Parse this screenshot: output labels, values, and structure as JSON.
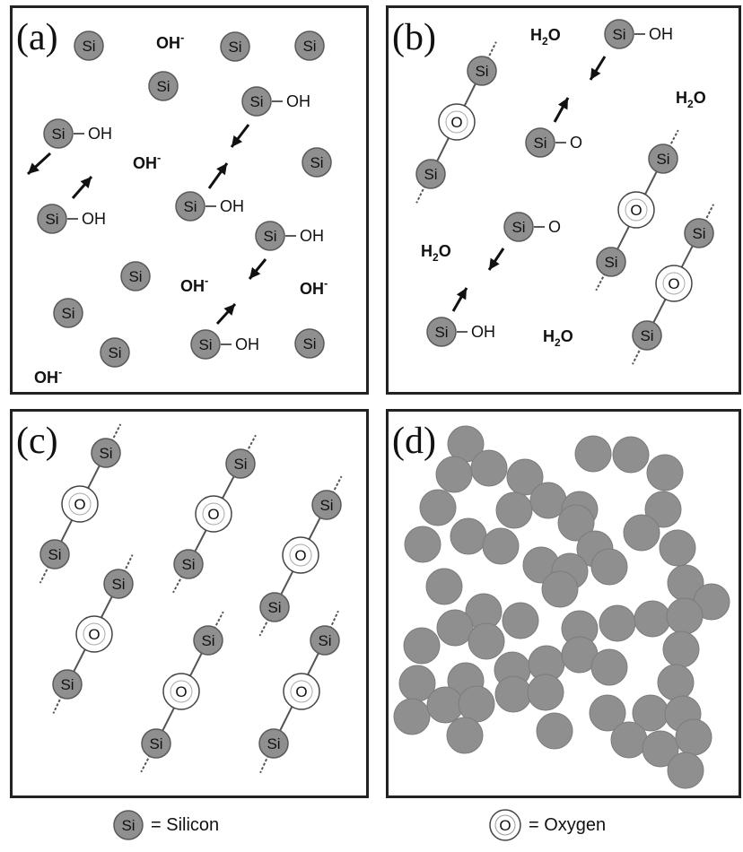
{
  "panels": {
    "a": {
      "label": "(a)"
    },
    "b": {
      "label": "(b)"
    },
    "c": {
      "label": "(c)"
    },
    "d": {
      "label": "(d)"
    }
  },
  "species": {
    "si": "Si",
    "o": "O",
    "oh": "OH",
    "o_group": "O",
    "hydroxide": "OH",
    "hydroxide_charge": "-",
    "water_h": "H",
    "water_sub": "2",
    "water_o": "O"
  },
  "legend": {
    "silicon_symbol": "Si",
    "silicon_label": "= Silicon",
    "oxygen_symbol": "O",
    "oxygen_label": "= Oxygen"
  },
  "colors": {
    "particle_fill": "#8f8f8f",
    "particle_stroke": "#5a5a5a",
    "frame": "#222222"
  }
}
